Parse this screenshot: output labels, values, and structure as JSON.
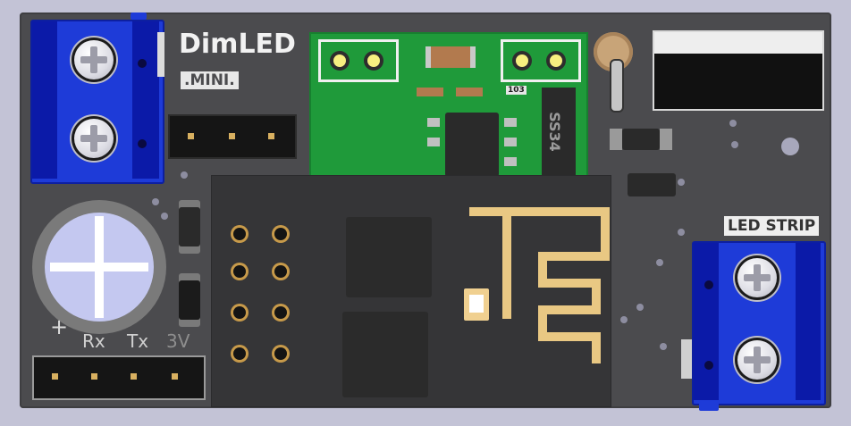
{
  "brand": {
    "title": "DimLED",
    "subtitle": ".MINI."
  },
  "silkscreen": {
    "led_strip_label": "LED STRIP",
    "serial_header_labels": [
      "Rx",
      "Tx",
      "3V"
    ],
    "polarity_plus": "+",
    "diode_label": "SS34",
    "cap_label": "103"
  },
  "colors": {
    "pcb": "#4b4b4e",
    "daughter_board": "#1f9a3a",
    "terminal_blue": "#1e3bd8",
    "antenna_gold": "#e9c883",
    "background": "#c3c3d6"
  }
}
